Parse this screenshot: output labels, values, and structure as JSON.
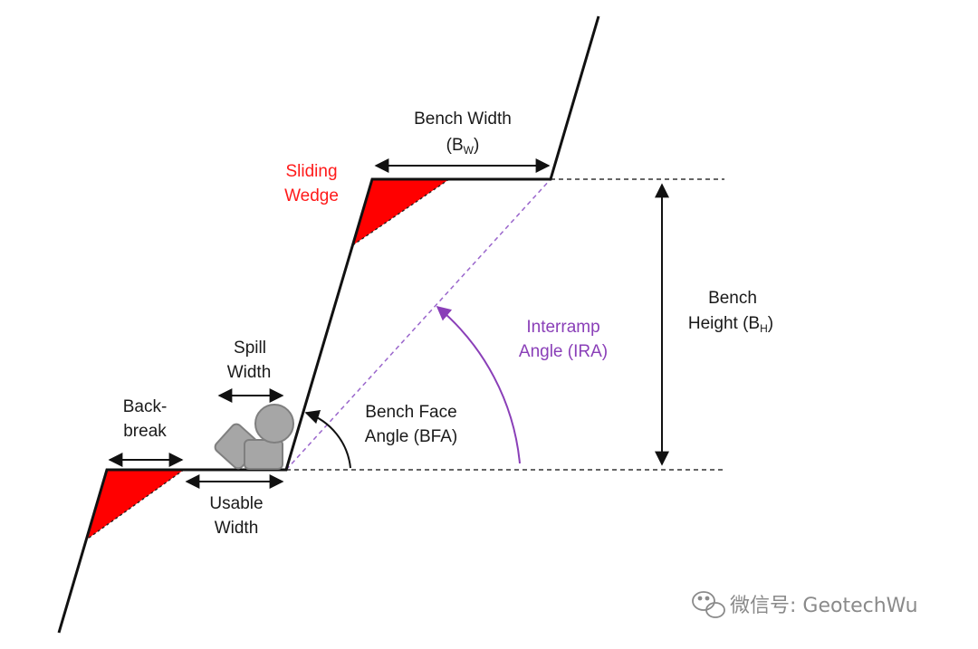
{
  "labels": {
    "bench_width": "Bench Width",
    "bench_width_symbol": "B",
    "bench_width_subscript": "W",
    "sliding_wedge_line1": "Sliding",
    "sliding_wedge_line2": "Wedge",
    "bench_height_line1": "Bench",
    "bench_height_line2": "Height (B",
    "bench_height_subscript": "H",
    "interramp_line1": "Interramp",
    "interramp_line2": "Angle (IRA)",
    "spill_width_line1": "Spill",
    "spill_width_line2": "Width",
    "bench_face_line1": "Bench Face",
    "bench_face_line2": "Angle (BFA)",
    "backbreak_line1": "Back-",
    "backbreak_line2": "break",
    "usable_width_line1": "Usable",
    "usable_width_line2": "Width"
  },
  "watermark": {
    "text": "微信号: GeotechWu",
    "icon": "wechat-icon"
  },
  "colors": {
    "line": "#111111",
    "wedge": "#ff0000",
    "ira": "#8a3fb8",
    "rock": "#a6a6a6",
    "rock_stroke": "#808080",
    "watermark": "#8a8a8a"
  }
}
